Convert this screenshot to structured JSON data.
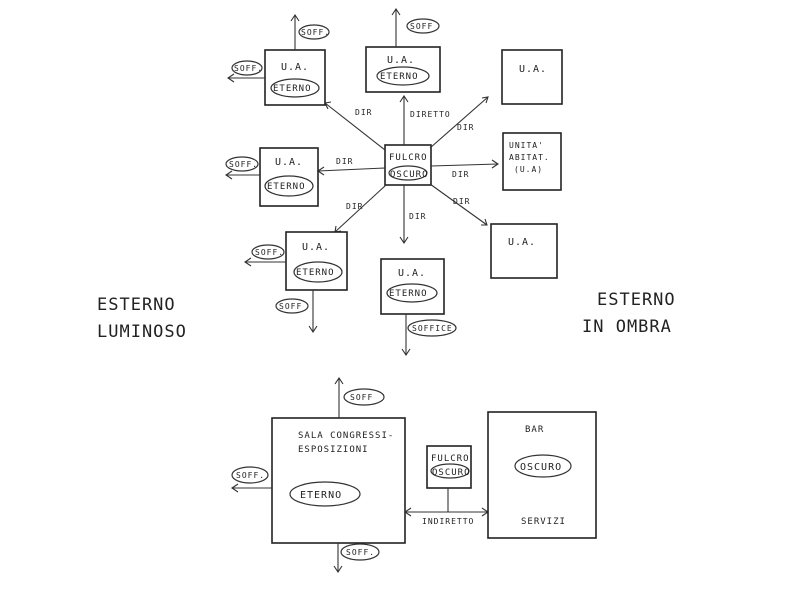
{
  "diagram": {
    "ink": "#222222",
    "side_labels": {
      "left_line1": "ESTERNO",
      "left_line2": "LUMINOSO",
      "right_line1": "ESTERNO",
      "right_line2": "IN OMBRA"
    },
    "top_scheme": {
      "center": {
        "line1": "FULCRO",
        "line2": "OSCURO"
      },
      "unit_label": "U.A.",
      "eterno_label": "ETERNO",
      "unit_top_right_label": "U.A.",
      "unit_right_lines": [
        "UNITA'",
        "ABITAT.",
        "(U.A)"
      ],
      "unit_bottom_right_label": "U.A.",
      "edge_labels": {
        "to_top_left": "DIR",
        "to_top": "DIRETTO",
        "to_top_right": "DIR",
        "to_left": "DIR",
        "to_right": "DIR",
        "to_bottom_left": "DIR",
        "to_bottom": "DIR",
        "to_bottom_right": "DIR"
      },
      "soft_labels": {
        "top_left_up": "SOFF.",
        "top_left_side": "SOFF.",
        "top_center": "SOFF",
        "mid_left": "SOFF.",
        "bottom_left_side": "SOFF.",
        "bottom_left_down": "SOFF",
        "bottom_center": "SOFFICE"
      }
    },
    "bottom_scheme": {
      "hall_line1": "SALA CONGRESSI-",
      "hall_line2": "ESPOSIZIONI",
      "hall_eterno": "ETERNO",
      "center_line1": "FULCRO",
      "center_line2": "OSCURO",
      "bar_label": "BAR",
      "bar_oscuro": "OSCURO",
      "servizi_label": "SERVIZI",
      "indirect_label": "INDIRETTO",
      "soft_top": "SOFF",
      "soft_left": "SOFF.",
      "soft_bottom": "SOFF."
    }
  }
}
